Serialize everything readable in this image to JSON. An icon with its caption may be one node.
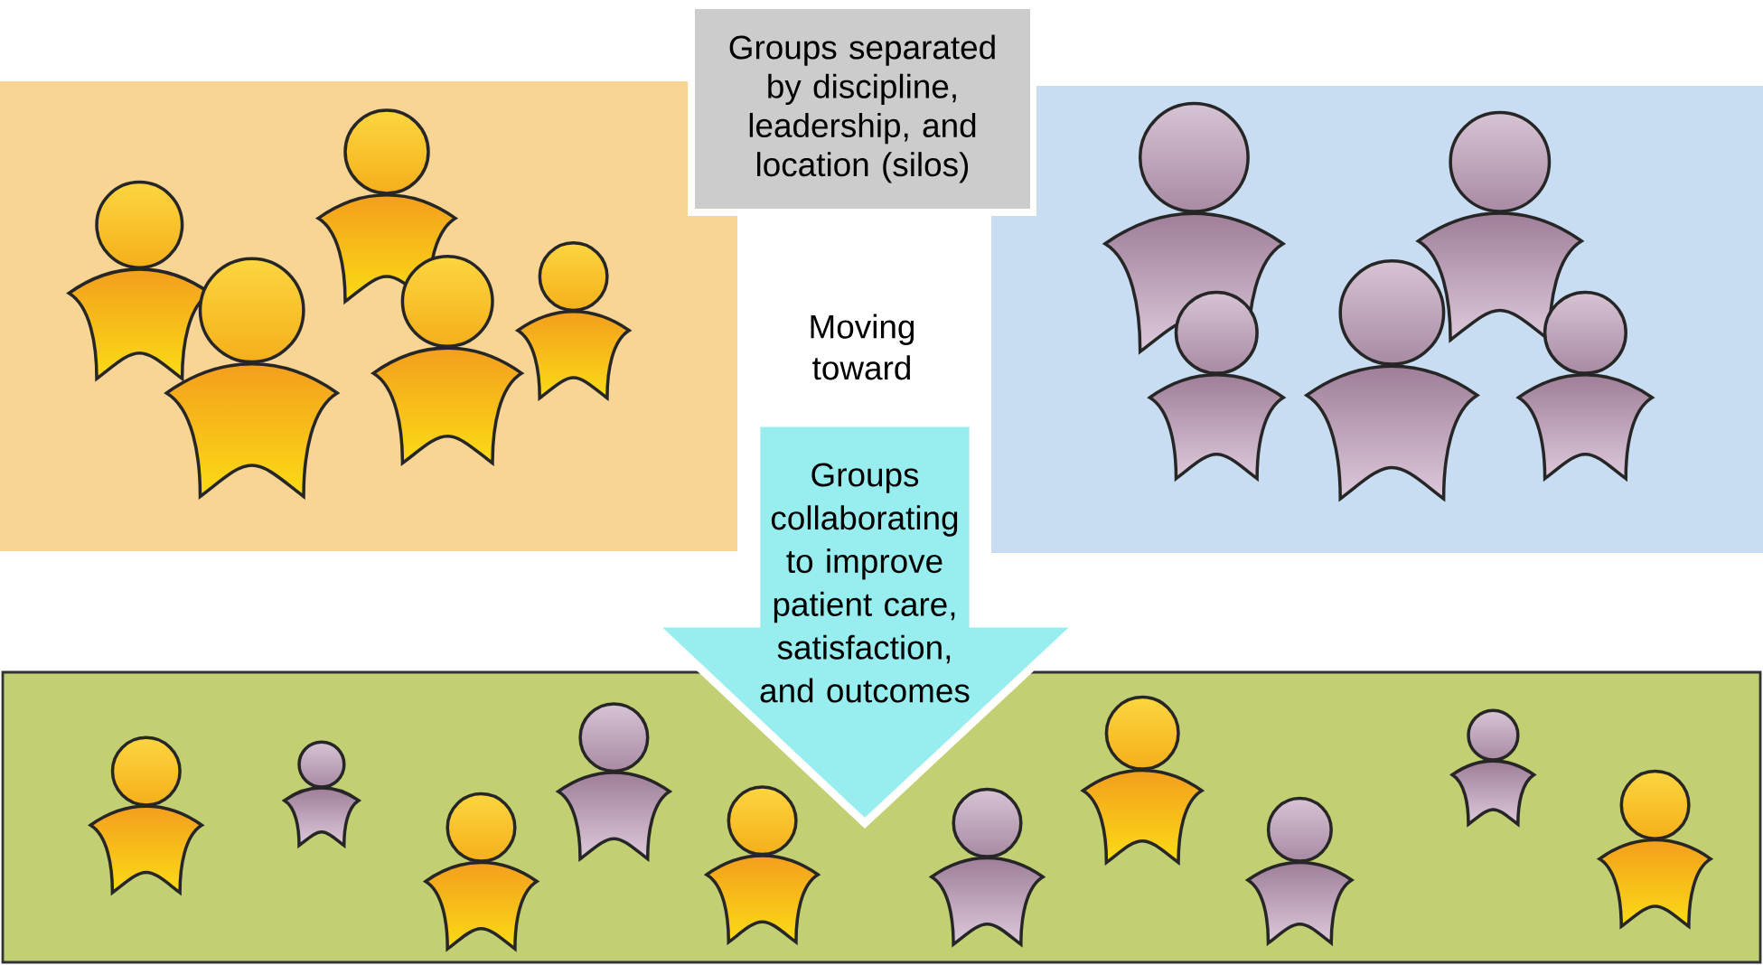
{
  "diagram": {
    "nodes": [
      {
        "text": [
          "Groups separated by discipline, leadership, and location (silos)"
        ]
      },
      {
        "text": [
          "Groups collaborating to improve patient care, satisfaction, and outcomes"
        ]
      }
    ],
    "labels": [
      "Moving toward"
    ]
  }
}
